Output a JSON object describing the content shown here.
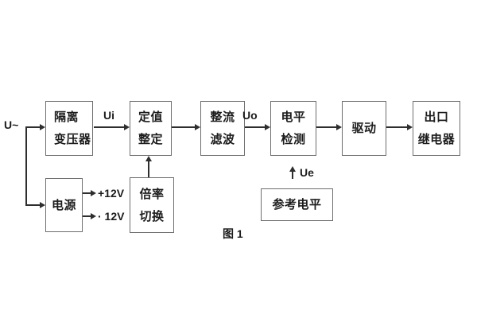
{
  "diagram": {
    "caption": "图 1",
    "signals": {
      "input": "U~",
      "ui": "Ui",
      "uo": "Uo",
      "ue": "Ue",
      "rail_pos": "+12V",
      "rail_neg": "· 12V"
    },
    "blocks": {
      "isolation_transformer": {
        "line1": "隔离",
        "line2": "变压器"
      },
      "setting_adjust": {
        "line1": "定值",
        "line2": "整定"
      },
      "rectify_filter": {
        "line1": "整流",
        "line2": "滤波"
      },
      "level_detect": {
        "line1": "电平",
        "line2": "检测"
      },
      "drive": {
        "label": "驱动"
      },
      "output_relay": {
        "line1": "出口",
        "line2": "继电器"
      },
      "power": {
        "label": "电源"
      },
      "ratio_switch": {
        "line1": "倍率",
        "line2": "切换"
      },
      "reference_level": {
        "label": "参考电平"
      }
    },
    "colors": {
      "background": "#ffffff",
      "box_border": "#6e6e6e",
      "line": "#2e2e2e",
      "text": "#1c1c1c"
    }
  }
}
